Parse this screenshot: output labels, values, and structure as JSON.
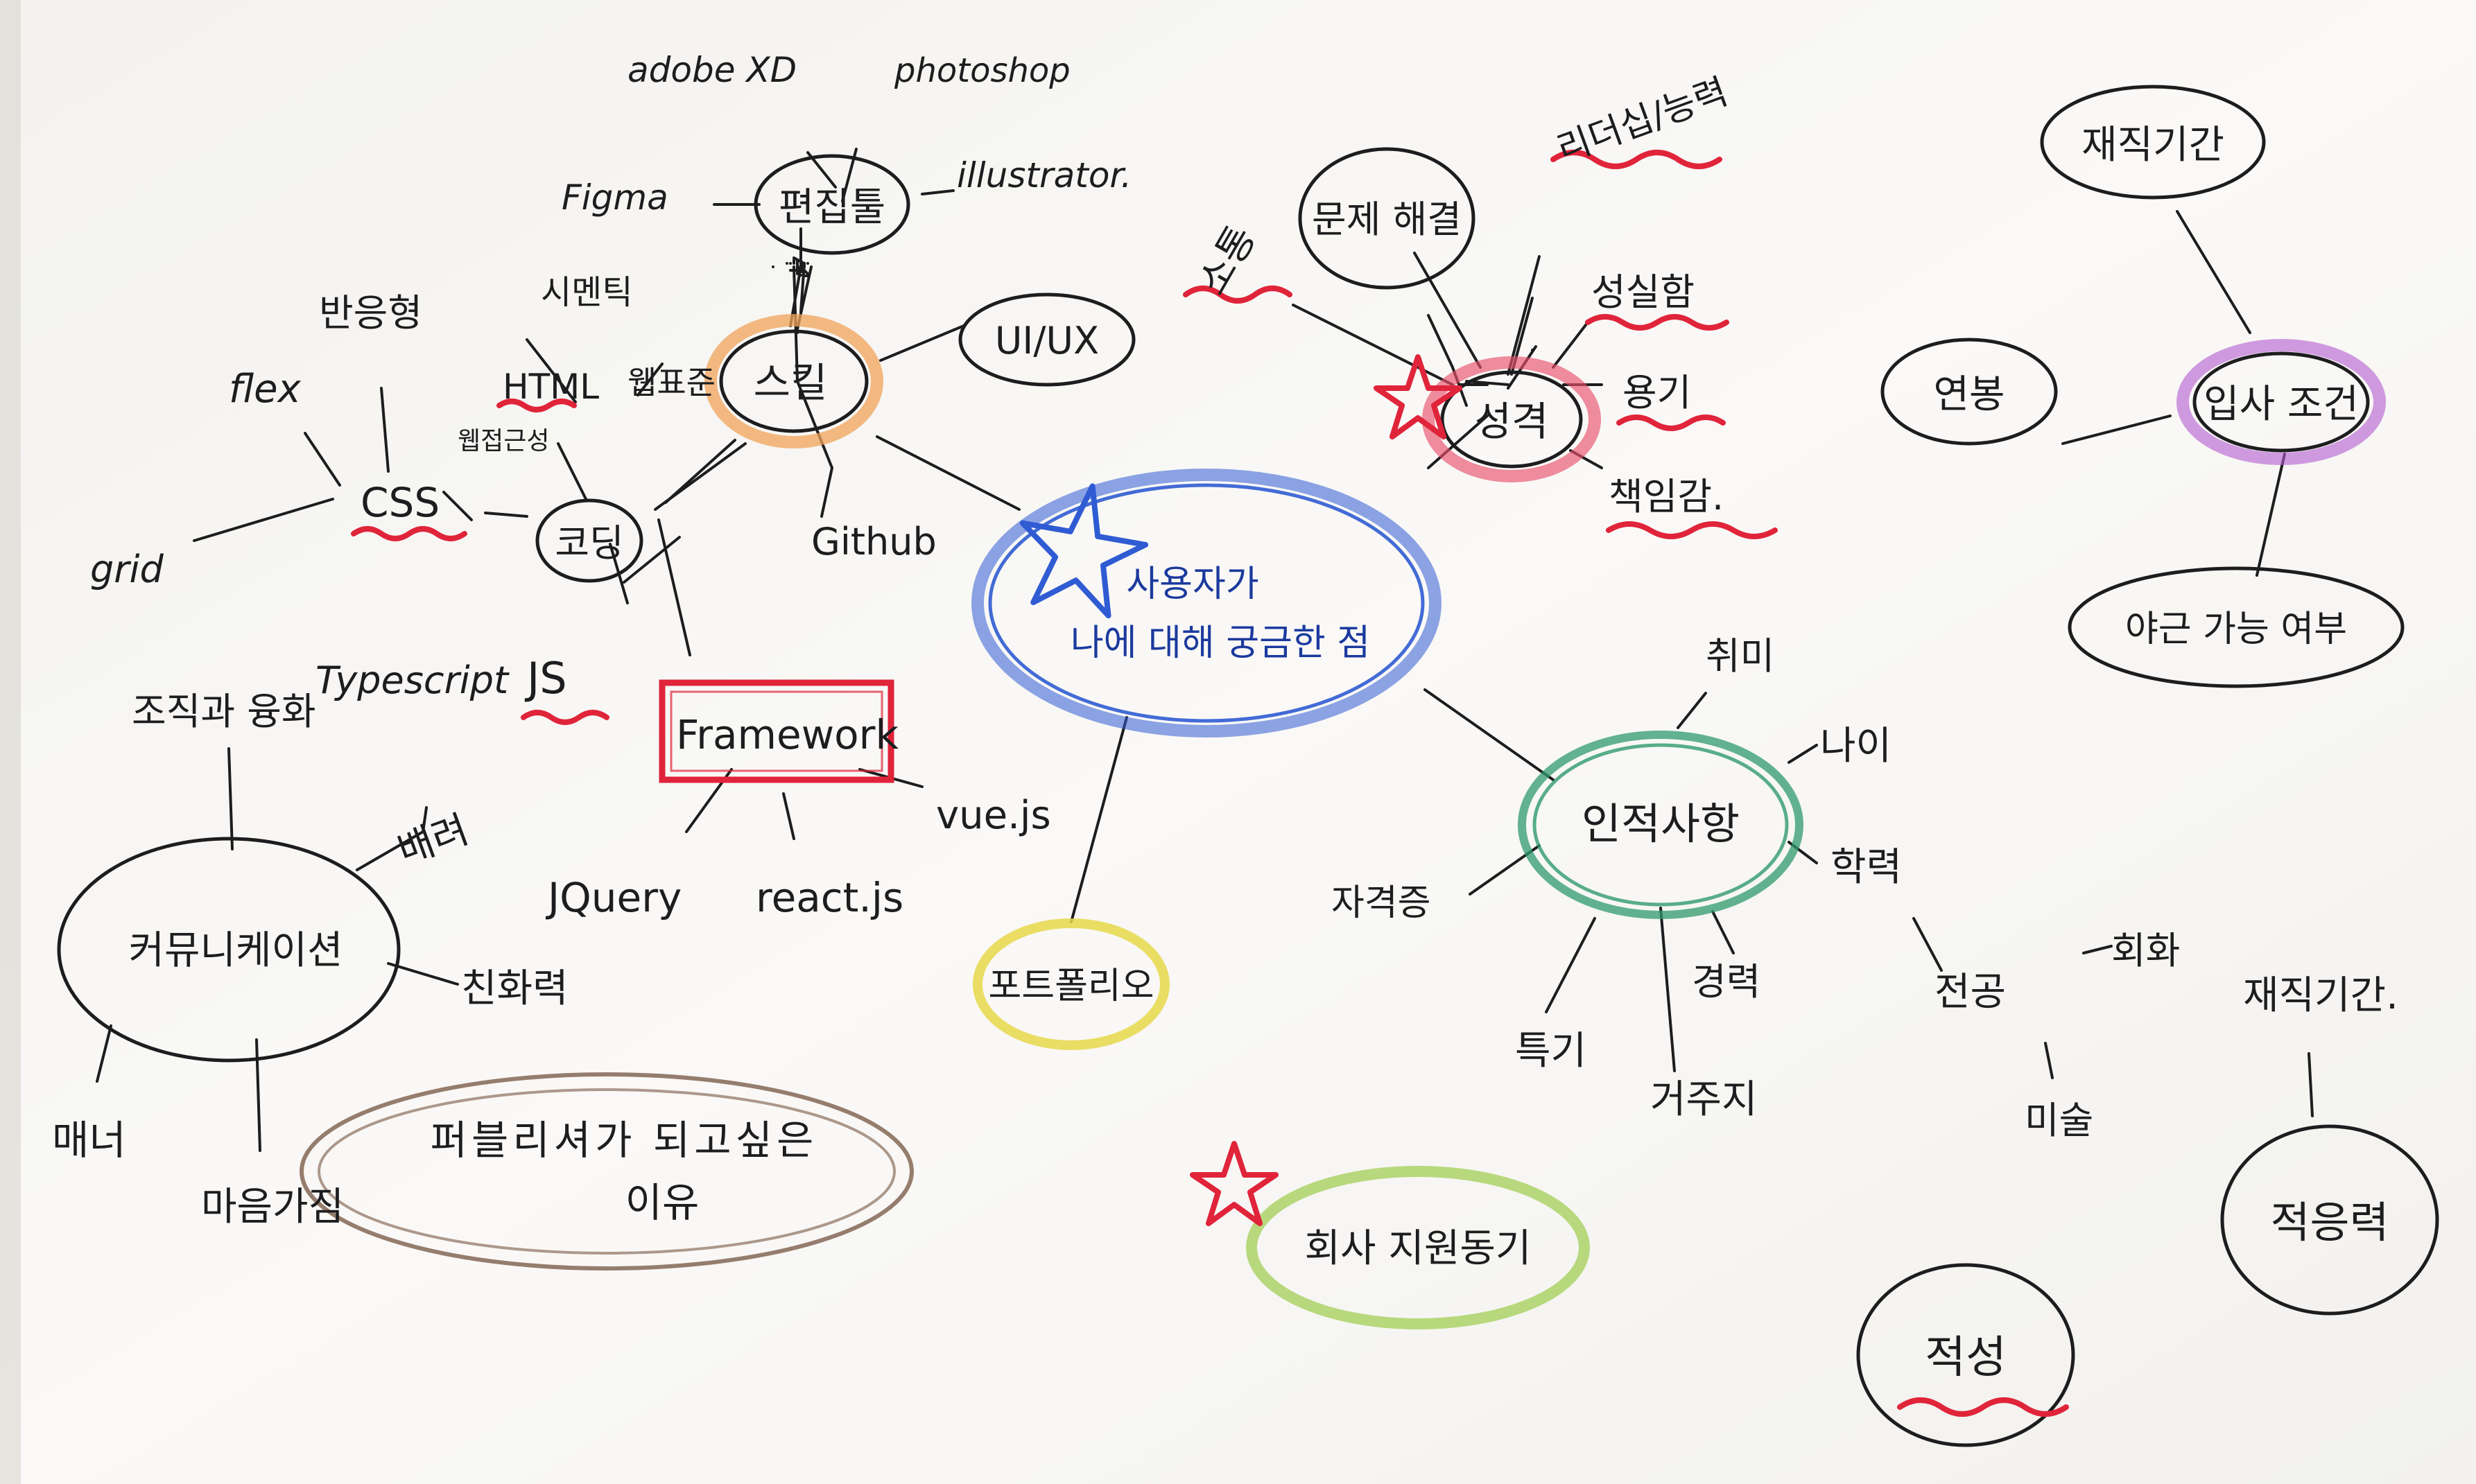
{
  "colors": {
    "paper": "#f7f6f3",
    "ink": "#1d1d1f",
    "blue": "#2f5bd3",
    "orange": "#f0a35a",
    "red": "#e0243a",
    "pink": "#e8506c",
    "purple": "#b25ad0",
    "green": "#2f9a6e",
    "yellow": "#e8d84a",
    "lime": "#9ccc4a",
    "brown": "#8a6f5e"
  },
  "center": {
    "line1": "사용자가",
    "line2": "나에 대해 궁금한 점"
  },
  "skills": {
    "label": "스킬",
    "edit_tools": {
      "label": "편집툴",
      "items": {
        "adobe_xd": "adobe XD",
        "photoshop": "photoshop",
        "figma": "Figma",
        "illustrator": "illustrator."
      }
    },
    "uiux": "UI/UX",
    "github": "Github",
    "coding": {
      "label": "코딩",
      "html": "HTML",
      "semantic": "시멘틱",
      "web_standard": "웹표준",
      "web_accessibility": "웹접근성",
      "css": "CSS",
      "flex": "flex",
      "responsive": "반응형",
      "grid": "grid",
      "typescript": "Typescript",
      "js": "JS",
      "framework": {
        "label": "Framework",
        "jquery": "JQuery",
        "react": "react.js",
        "vue": "vue.js"
      }
    }
  },
  "personality": {
    "label": "성격",
    "items": {
      "communication": "소통",
      "problem_solving": "문제 해결",
      "leadership": "리더십/능력",
      "sincerity": "성실함",
      "courage": "용기",
      "responsibility": "책임감."
    }
  },
  "hiring": {
    "label": "입사 조건",
    "tenure": "재직기간",
    "salary": "연봉",
    "overtime": "야근 가능 여부"
  },
  "personal_info": {
    "label": "인적사항",
    "hobby": "취미",
    "age": "나이",
    "education": "학력",
    "major": "전공",
    "painting": "회화",
    "art": "미술",
    "certificate": "자격증",
    "specialty": "특기",
    "career": "경력",
    "residence": "거주지"
  },
  "portfolio": "포트폴리오",
  "motivation": "회사 지원동기",
  "communication": {
    "label": "커뮤니케이션",
    "harmony": "조직과 융화",
    "consideration": "배려",
    "friendliness": "친화력",
    "manners": "매너",
    "mindset": "마음가짐"
  },
  "publisher_reason": {
    "line1": "퍼블리셔가 되고싶은",
    "line2": "이유"
  },
  "tenure": "재직기간.",
  "adaptability": "적응력",
  "aptitude": "적성"
}
